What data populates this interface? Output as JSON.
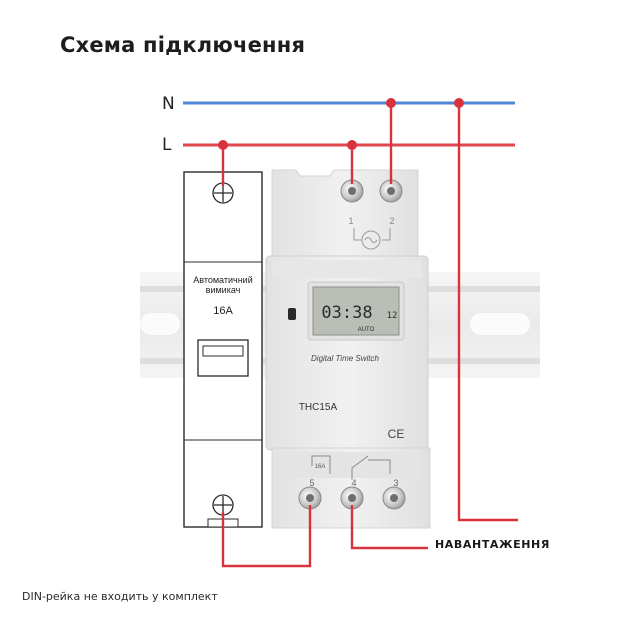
{
  "title": "Схема підключення",
  "lines": {
    "neutral": "N",
    "live": "L"
  },
  "breaker": {
    "line1": "Автоматичний",
    "line2": "вимикач",
    "rating": "16A"
  },
  "timer": {
    "display_time": "03:38",
    "display_seconds": "12",
    "display_mode": "AUTO",
    "brand_text": "Digital Time Switch",
    "model": "THC15A",
    "mark": "CE",
    "relay_rating": "16A",
    "top_terminals": [
      "1",
      "2"
    ],
    "bottom_terminals": [
      "5",
      "4",
      "3"
    ]
  },
  "load_label": "НАВАНТАЖЕННЯ",
  "footnote": "DIN-рейка не входить у комплект",
  "colors": {
    "neutral_wire": "#4f86d6",
    "live_wire": "#e0474f",
    "node": "#d8333d",
    "device_body": "#ececec",
    "lcd": "#b9bfb7"
  }
}
